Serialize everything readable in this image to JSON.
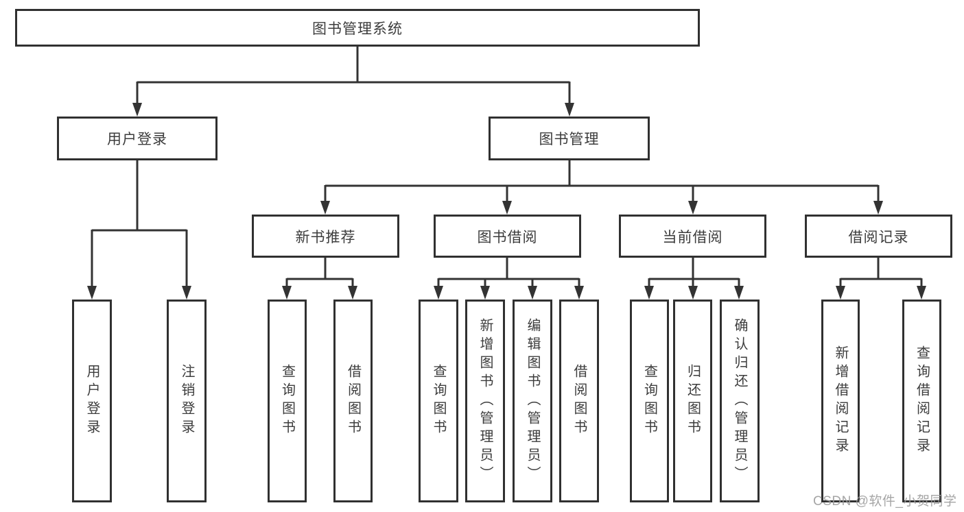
{
  "diagram_title": "图书管理系统",
  "watermark": "CSDN @软件_小贺同学",
  "colors": {
    "line": "#333333",
    "box_border": "#303030",
    "text": "#3c3c3c",
    "watermark": "#9c9c9c",
    "background": "#ffffff"
  },
  "nodes": {
    "root": "图书管理系统",
    "user_login": "用户登录",
    "book_mgmt": "图书管理",
    "new_book": "新书推荐",
    "book_borrow": "图书借阅",
    "current_borrow": "当前借阅",
    "borrow_records": "借阅记录",
    "leaf_user_login": "用户登录",
    "leaf_logout": "注销登录",
    "leaf_nb_query": "查询图书",
    "leaf_nb_borrow": "借阅图书",
    "leaf_bb_query": "查询图书",
    "leaf_bb_add": "新增图书（管理员）",
    "leaf_bb_edit": "编辑图书（管理员）",
    "leaf_bb_borrow": "借阅图书",
    "leaf_cb_query": "查询图书",
    "leaf_cb_return": "归还图书",
    "leaf_cb_confirm": "确认归还（管理员）",
    "leaf_br_add": "新增借阅记录",
    "leaf_br_query": "查询借阅记录"
  },
  "edges": [
    "图书管理系统 -> 用户登录",
    "图书管理系统 -> 图书管理",
    "用户登录 -> 用户登录",
    "用户登录 -> 注销登录",
    "图书管理 -> 新书推荐",
    "图书管理 -> 图书借阅",
    "图书管理 -> 当前借阅",
    "图书管理 -> 借阅记录",
    "新书推荐 -> 查询图书",
    "新书推荐 -> 借阅图书",
    "图书借阅 -> 查询图书",
    "图书借阅 -> 新增图书（管理员）",
    "图书借阅 -> 编辑图书（管理员）",
    "图书借阅 -> 借阅图书",
    "当前借阅 -> 查询图书",
    "当前借阅 -> 归还图书",
    "当前借阅 -> 确认归还（管理员）",
    "借阅记录 -> 新增借阅记录",
    "借阅记录 -> 查询借阅记录"
  ]
}
